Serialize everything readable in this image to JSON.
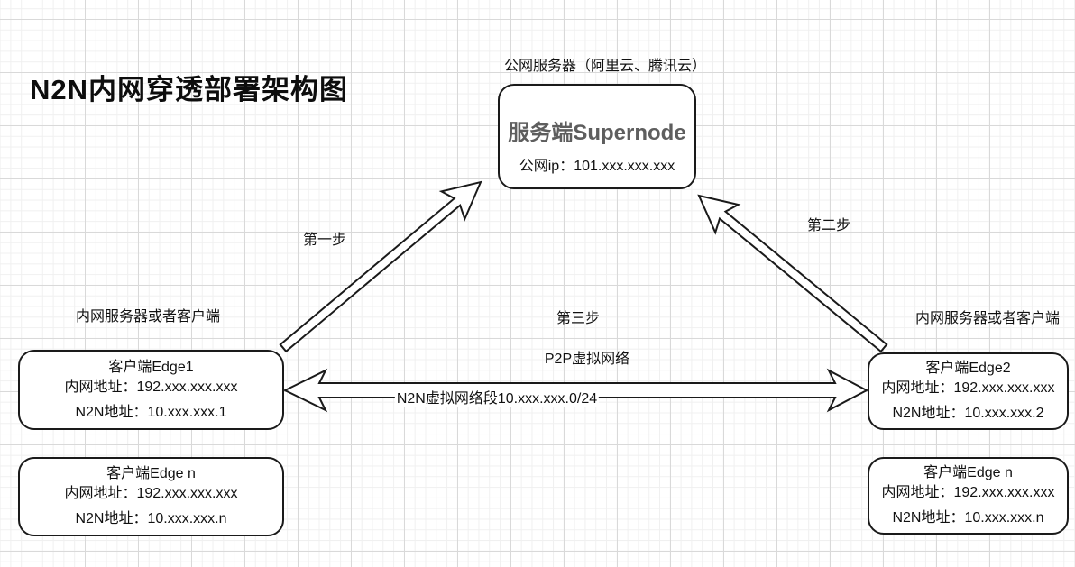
{
  "title": "N2N内网穿透部署架构图",
  "supernode": {
    "label": "公网服务器（阿里云、腾讯云）",
    "name": "服务端Supernode",
    "ip": "公网ip：101.xxx.xxx.xxx"
  },
  "left": {
    "label": "内网服务器或者客户端",
    "edge1": {
      "title": "客户端Edge1",
      "lan": "内网地址：192.xxx.xxx.xxx",
      "n2n": "N2N地址：10.xxx.xxx.1"
    },
    "edgen": {
      "title": "客户端Edge n",
      "lan": "内网地址：192.xxx.xxx.xxx",
      "n2n": "N2N地址：10.xxx.xxx.n"
    }
  },
  "right": {
    "label": "内网服务器或者客户端",
    "edge2": {
      "title": "客户端Edge2",
      "lan": "内网地址：192.xxx.xxx.xxx",
      "n2n": "N2N地址：10.xxx.xxx.2"
    },
    "edgen": {
      "title": "客户端Edge n",
      "lan": "内网地址：192.xxx.xxx.xxx",
      "n2n": "N2N地址：10.xxx.xxx.n"
    }
  },
  "arrows": {
    "step1": "第一步",
    "step2": "第二步",
    "step3": "第三步",
    "p2p": "P2P虚拟网络",
    "segment": "N2N虚拟网络段10.xxx.xxx.0/24"
  },
  "colors": {
    "background": "#ffffff",
    "grid_minor": "#f0f0f0",
    "grid_major": "#d9d9d9",
    "stroke": "#1a1a1a",
    "supernode_title": "#5e5e5e",
    "text": "#111111"
  }
}
